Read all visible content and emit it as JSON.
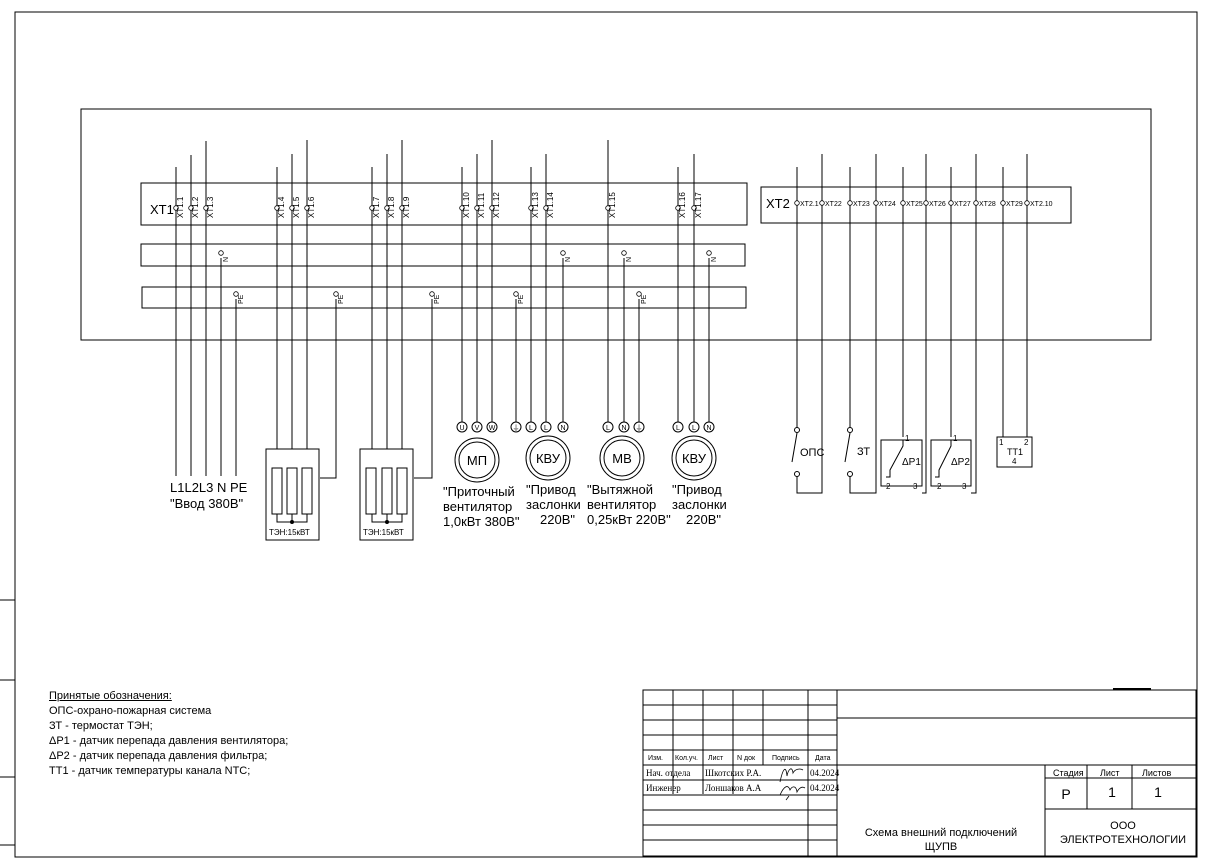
{
  "header_blocks": {
    "xt1_label": "XT1",
    "xt2_label": "XT2",
    "xt1_terminals": [
      "XT1.1",
      "XT1.2",
      "XT1.3",
      "XT1.4",
      "XT1.5",
      "XT1.6",
      "XT1.7",
      "XT1.8",
      "XT1.9",
      "XT1.10",
      "XT1.11",
      "XT1.12",
      "XT1.13",
      "XT1.14",
      "XT1.15",
      "XT1.16",
      "XT1.17"
    ],
    "xt2_terminals": [
      "XT2.1",
      "XT22",
      "XT23",
      "XT24",
      "XT25",
      "XT26",
      "XT27",
      "XT28",
      "XT29",
      "XT2.10"
    ],
    "n_label": "N",
    "pe_label": "PE"
  },
  "supply": {
    "phases": "L1L2L3 N PE",
    "caption": "\"Ввод 380В\""
  },
  "heaters": [
    {
      "label": "ТЭН:15кВТ"
    },
    {
      "label": "ТЭН:15кВТ"
    }
  ],
  "devices": [
    {
      "symbol": "МП",
      "terminals": [
        "U",
        "V",
        "W",
        "⏚"
      ],
      "caption": [
        "\"Приточный",
        "вентилятор",
        "1,0кВт 380В\""
      ]
    },
    {
      "symbol": "КВУ",
      "terminals": [
        "L",
        "L",
        "N"
      ],
      "caption": [
        "\"Привод",
        "заслонки",
        "220В\""
      ]
    },
    {
      "symbol": "МВ",
      "terminals": [
        "L",
        "N",
        "⏚"
      ],
      "caption": [
        "\"Вытяжной",
        "вентилятор",
        "0,25кВт 220В\""
      ]
    },
    {
      "symbol": "КВУ",
      "terminals": [
        "L",
        "L",
        "N"
      ],
      "caption": [
        "\"Привод",
        "заслонки",
        "220В\""
      ]
    }
  ],
  "sensors": [
    {
      "label": "ОПС"
    },
    {
      "label": "ЗТ"
    },
    {
      "label": "ΔР1",
      "pins": [
        "1",
        "2",
        "3"
      ]
    },
    {
      "label": "ΔР2",
      "pins": [
        "1",
        "2",
        "3"
      ]
    },
    {
      "label": "ТТ1",
      "pins": [
        "1",
        "2",
        "4"
      ]
    }
  ],
  "legend": {
    "title": "Принятые обозначения:",
    "items": [
      "ОПС-охрано-пожарная система",
      "ЗТ - термостат ТЭН;",
      "ΔР1 - датчик перепада давления вентилятора;",
      "ΔР2 - датчик перепада давления фильтра;",
      "ТТ1 - датчик температуры канала NTC;"
    ]
  },
  "title_block": {
    "columns": [
      "Изм.",
      "Кол.уч.",
      "Лист",
      "N док",
      "Подпись",
      "Дата"
    ],
    "rows": [
      {
        "role": "Нач. отдела",
        "name": "Шкотских Р.А.",
        "date": "04.2024"
      },
      {
        "role": "Инженер",
        "name": "Лоншаков А.А",
        "date": "04.2024"
      }
    ],
    "stage_header": "Стадия",
    "sheet_header": "Лист",
    "sheets_header": "Листов",
    "stage": "Р",
    "sheet": "1",
    "sheets": "1",
    "doc_title": [
      "Схема внешний подключений",
      "ЩУПВ"
    ],
    "company": [
      "ООО",
      "ЭЛЕКТРОТЕХНОЛОГИИ"
    ]
  }
}
